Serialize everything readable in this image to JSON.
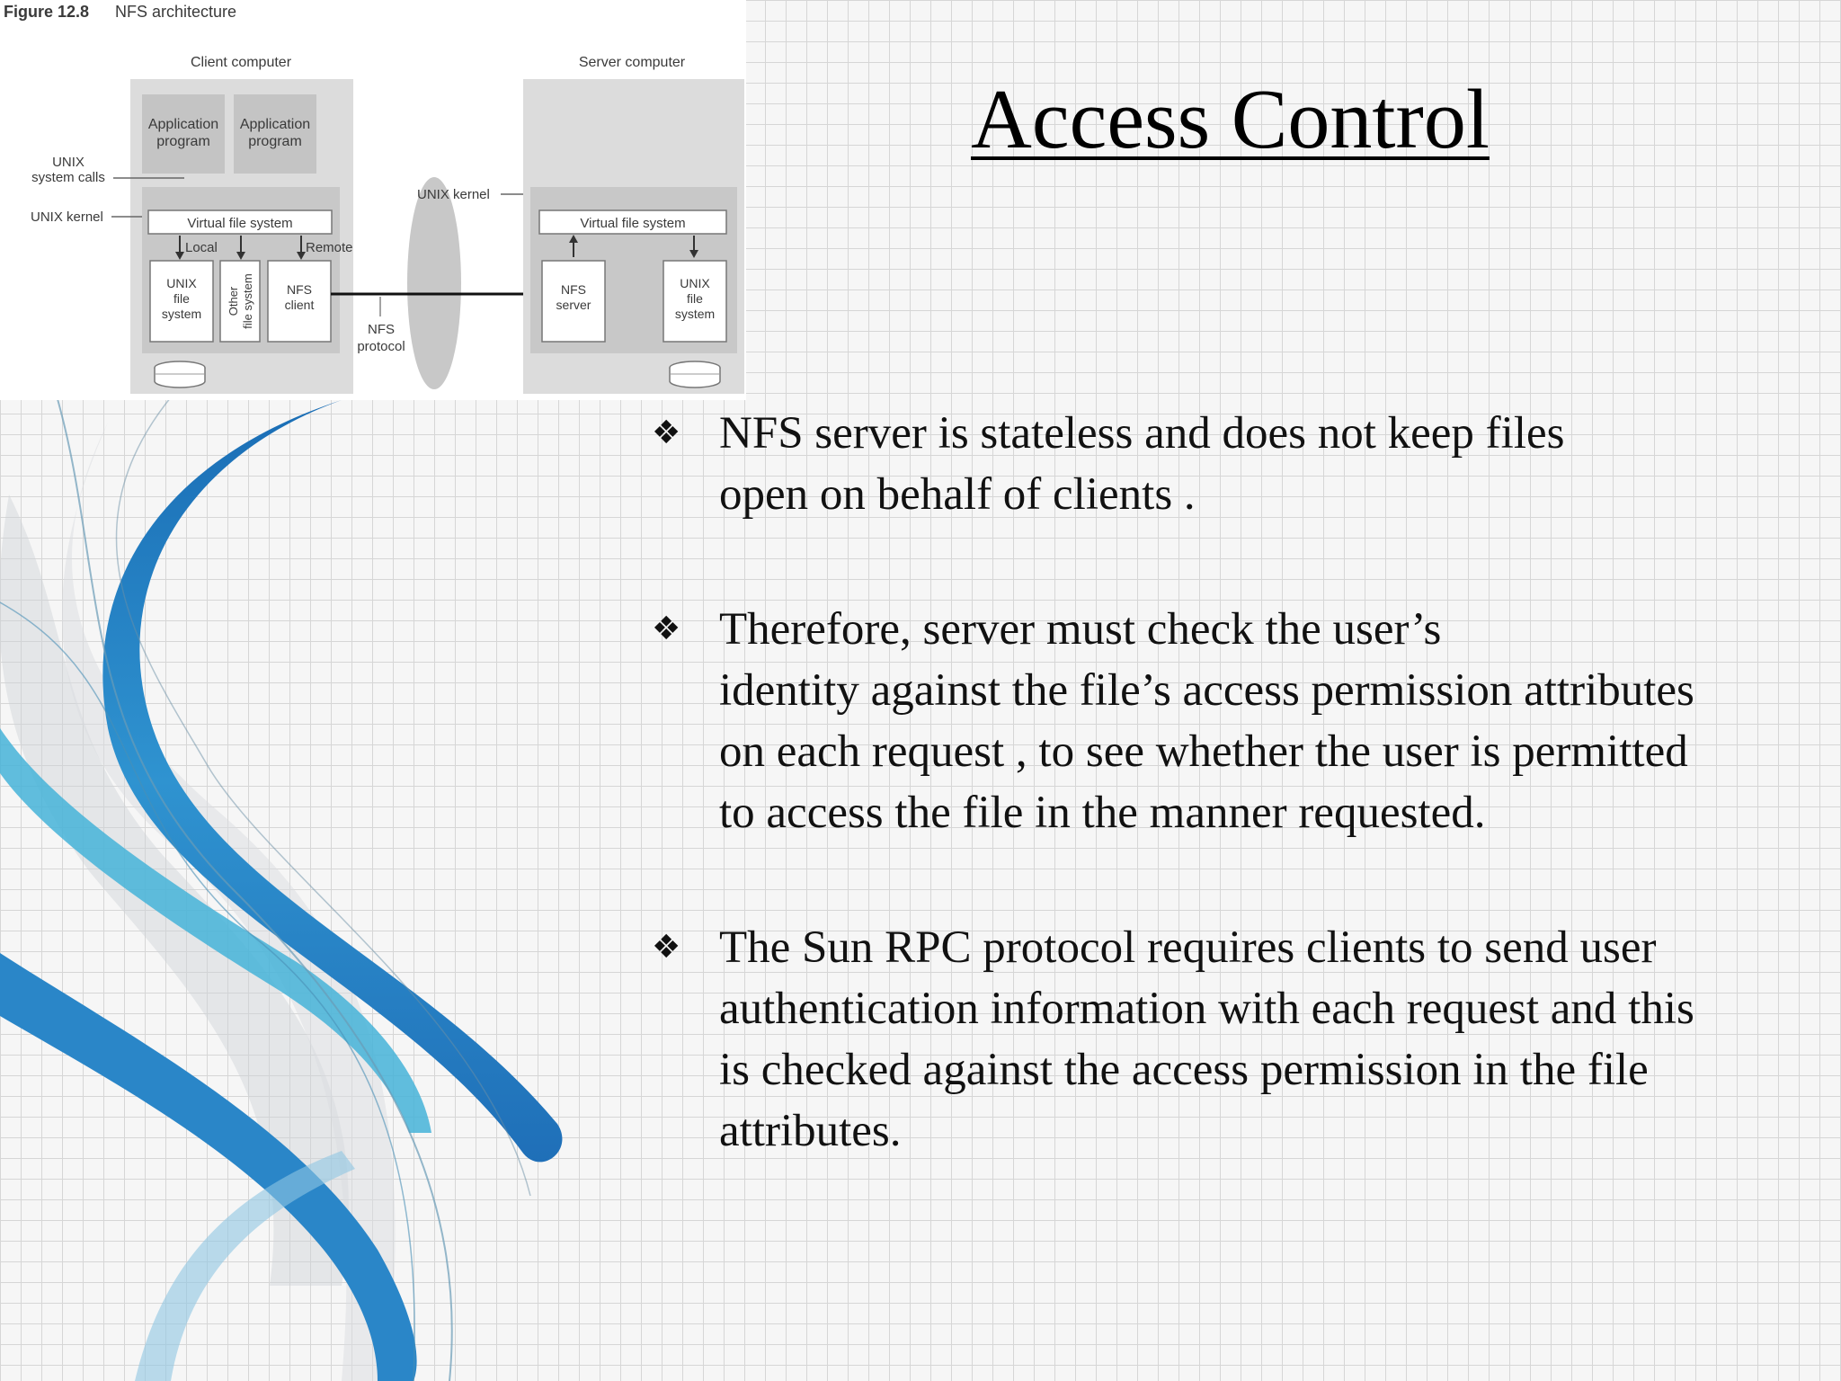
{
  "figure": {
    "caption_number": "Figure 12.8",
    "caption_title": "NFS architecture",
    "client_label": "Client computer",
    "server_label": "Server computer",
    "app_program": [
      "Application",
      "program"
    ],
    "unix_system_calls": [
      "UNIX",
      "system calls"
    ],
    "unix_kernel": "UNIX kernel",
    "vfs": "Virtual file system",
    "local": "Local",
    "remote": "Remote",
    "unix_fs": [
      "UNIX",
      "file",
      "system"
    ],
    "other_fs": [
      "Other",
      "file system"
    ],
    "nfs_client": [
      "NFS",
      "client"
    ],
    "nfs_protocol": [
      "NFS",
      "protocol"
    ],
    "nfs_server": [
      "NFS",
      "server"
    ]
  },
  "slide": {
    "title": "Access Control",
    "bullet_symbol": "❖",
    "bullets": [
      {
        "lines": [
          "NFS server is stateless and does not keep files",
          "open on behalf of clients ."
        ]
      },
      {
        "lines": [
          "Therefore, server must check the user’s",
          "identity against the file’s access permission  attributes",
          "on each request , to see whether the  user is permitted",
          "to access the file in the  manner requested."
        ]
      },
      {
        "lines": [
          "The Sun RPC protocol requires clients to send  user",
          "authentication information with each  request and this",
          "is checked against the access  permission in the file",
          "attributes."
        ]
      }
    ]
  },
  "colors": {
    "grid": "#d6d6d6",
    "swoosh_dark_blue": "#1f6fb8",
    "swoosh_mid_blue": "#3a9bd1",
    "swoosh_cyan": "#45b3d8",
    "swoosh_gray": "#c9cdd0",
    "figure_gray_box": "#dcdcdc",
    "figure_ellipse": "#c8c8c8"
  }
}
